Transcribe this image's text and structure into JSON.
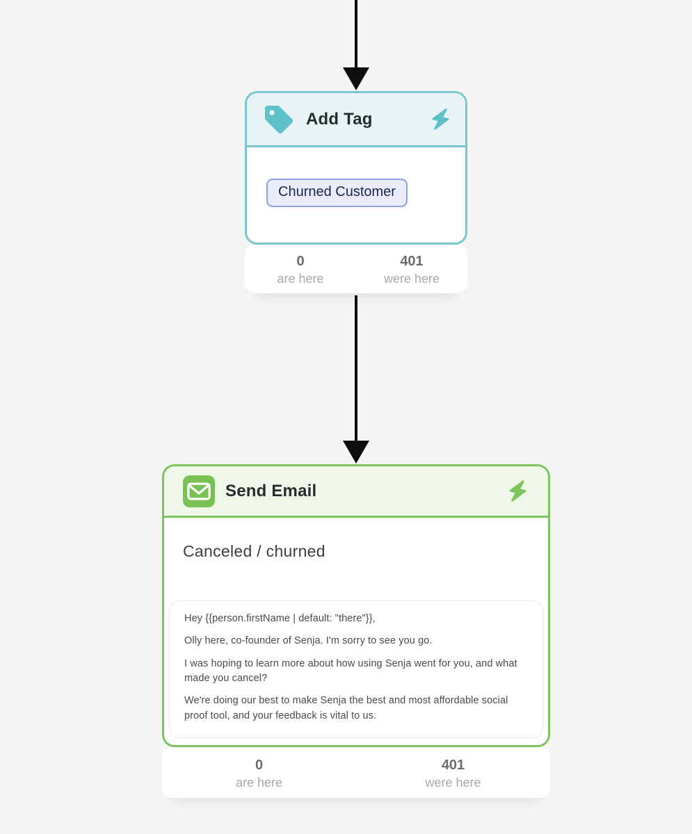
{
  "canvas": {
    "background": "#f5f5f6",
    "arrow_color": "#0e0e0e"
  },
  "icons": {
    "add_tag": "tag-icon",
    "send_email": "envelope-icon",
    "trigger": "lightning-icon"
  },
  "add_tag_node": {
    "title": "Add Tag",
    "tag_label": "Churned Customer",
    "accent_color": "#7bc6cd",
    "header_bg": "#e7f3f5",
    "icon_color": "#5ec1ca",
    "tag_pill": {
      "bg": "#e8ecfb",
      "border": "#8d9ee1",
      "text_color": "#1a244e"
    },
    "stats": {
      "are_here_value": "0",
      "are_here_label": "are here",
      "were_here_value": "401",
      "were_here_label": "were here"
    }
  },
  "send_email_node": {
    "title": "Send Email",
    "subject": "Canceled / churned",
    "accent_color": "#7cc45c",
    "header_bg": "#eef7e8",
    "icon_tile_color": "#77c253",
    "email_body": [
      "Hey {{person.firstName | default: \"there\"}},",
      "Olly here, co-founder of Senja. I'm sorry to see you go.",
      "I was hoping to learn more about how using Senja went for you, and what made you cancel?",
      "We're doing our best to make Senja the best and most affordable social proof tool, and your feedback is vital to us."
    ],
    "stats": {
      "are_here_value": "0",
      "are_here_label": "are here",
      "were_here_value": "401",
      "were_here_label": "were here"
    }
  }
}
